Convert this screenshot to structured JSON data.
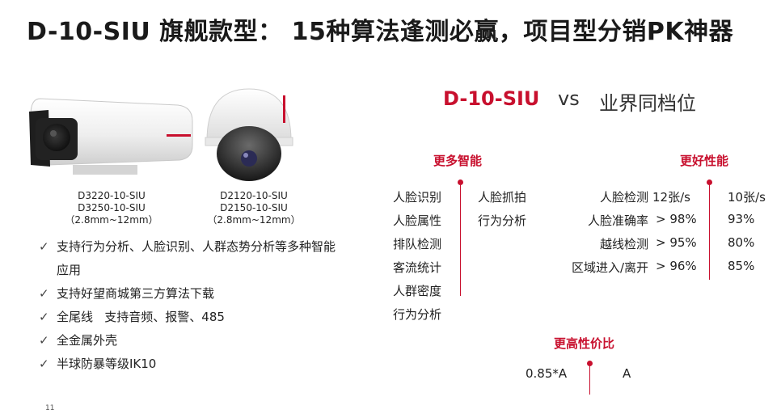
{
  "title": "D-10-SIU 旗舰款型： 15种算法逢测必赢，项目型分销PK神器",
  "cameras": [
    {
      "models": [
        "D3220-10-SIU",
        "D3250-10-SIU"
      ],
      "lens": "（2.8mm~12mm）"
    },
    {
      "models": [
        "D2120-10-SIU",
        "D2150-10-SIU"
      ],
      "lens": "（2.8mm~12mm）"
    }
  ],
  "features": [
    "支持行为分析、人脸识别、人群态势分析等多种智能应用",
    "支持好望商城第三方算法下载",
    "全尾线   支持音频、报警、485",
    "全金属外壳",
    "半球防暴等级IK10"
  ],
  "check_glyph": "✓",
  "comparison": {
    "product": "D-10-SIU",
    "vs": "vs",
    "competitor": "业界同档位",
    "smart": {
      "title": "更多智能",
      "left": [
        "人脸识别",
        "人脸属性",
        "排队检测",
        "客流统计",
        "人群密度",
        "行为分析"
      ],
      "right": [
        "人脸抓拍",
        "行为分析"
      ]
    },
    "performance": {
      "title": "更好性能",
      "rows": [
        {
          "metric": "人脸检测",
          "ours": "12张/s",
          "theirs": "10张/s"
        },
        {
          "metric": "人脸准确率",
          "ours": "> 98%",
          "theirs": "93%"
        },
        {
          "metric": "越线检测",
          "ours": "> 95%",
          "theirs": "80%"
        },
        {
          "metric": "区域进入/离开",
          "ours": "> 96%",
          "theirs": "85%"
        }
      ]
    },
    "price": {
      "title": "更高性价比",
      "ours": "0.85*A",
      "theirs": "A"
    }
  },
  "page_number": "11",
  "colors": {
    "accent": "#c8102e",
    "text": "#222222"
  }
}
